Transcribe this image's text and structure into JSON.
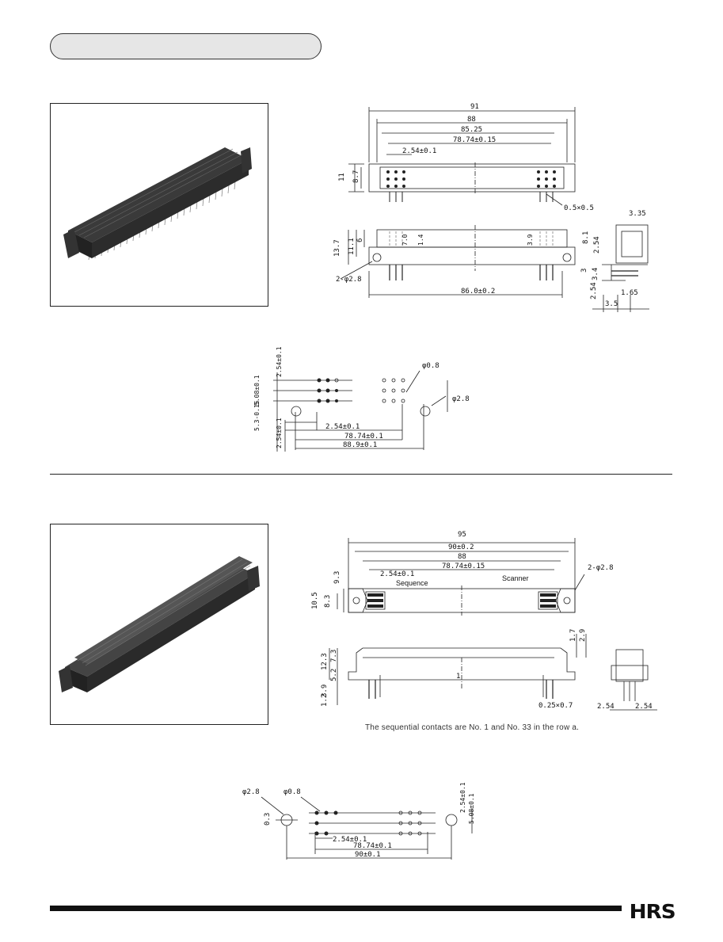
{
  "logo": {
    "text": "HRS"
  },
  "top": {
    "front": {
      "overall": "91",
      "d88": "88",
      "d8525": "85.25",
      "d7874": "78.74±0.15",
      "pitch": "2.54±0.1",
      "h11": "11",
      "h87": "8.7",
      "pin": "0.5×0.5"
    },
    "side": {
      "h137": "13.7",
      "h111": "11.1",
      "h6": "6",
      "r1": "7.0",
      "r2": "1.4",
      "r3": "3.9",
      "r4": "8.1",
      "r5": "2.54",
      "holes": "2-φ2.8",
      "width": "86.0±0.2",
      "v3": "3",
      "v34": "3.4",
      "v254": "2.54",
      "d335": "3.35",
      "d35": "3.5",
      "d165": "1.65"
    },
    "pcb": {
      "pitch": "2.54±0.1",
      "rows": "5.08±0.1",
      "h53": "5.3-0.15",
      "left": "2.54±0.1",
      "hole1": "φ0.8",
      "hole2": "φ2.8",
      "d1": "2.54±0.1",
      "d2": "78.74±0.1",
      "d3": "88.9±0.1"
    }
  },
  "bottom": {
    "front": {
      "overall": "95",
      "d90": "90±0.2",
      "d88": "88",
      "d7874": "78.74±0.15",
      "pitch": "2.54±0.1",
      "h93": "9.3",
      "h105": "10.5",
      "h83": "8.3",
      "sequence": "Sequence",
      "scanner": "Scanner",
      "holes": "2-φ2.8"
    },
    "side": {
      "h123": "12.3",
      "h73": "7.3",
      "h52": "5.2",
      "h1": "1",
      "h39": "3.9",
      "h12": "1.2",
      "h17": "1.7",
      "h29": "2.9",
      "pin": "0.25×0.7",
      "d254a": "2.54",
      "d254b": "2.54"
    },
    "note": "The sequential contacts are No. 1 and No. 33 in the row a.",
    "pcb": {
      "hole1": "φ2.8",
      "hole2": "φ0.8",
      "h03": "0.3",
      "pitch": "2.54±0.1",
      "d2": "78.74±0.1",
      "d3": "90±0.1",
      "r1": "2.54±0.1",
      "r2": "5.08±0.1"
    }
  }
}
